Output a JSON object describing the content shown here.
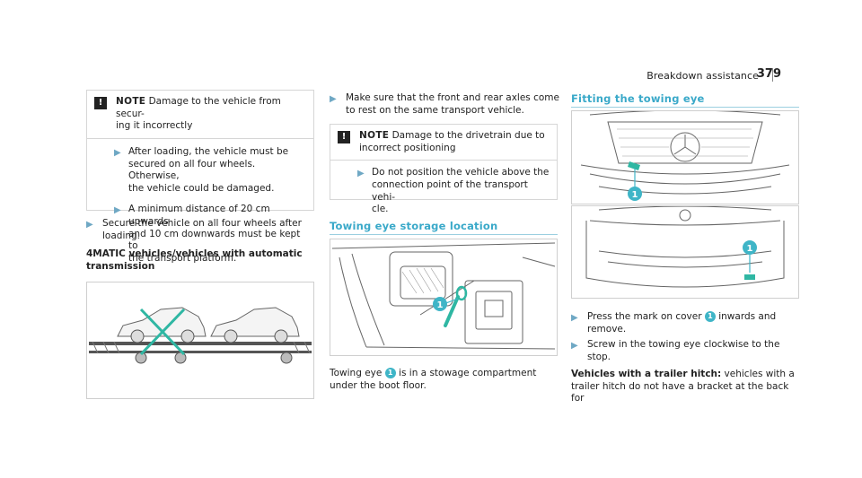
{
  "header": {
    "section": "Breakdown assistance",
    "page": "379"
  },
  "col1": {
    "note": {
      "icon": "!",
      "label": "NOTE",
      "title": "Damage to the vehicle from securing it incorrectly",
      "title_line1": "Damage to the vehicle from secur-",
      "title_line2": "ing it incorrectly",
      "items": [
        {
          "l1": "After loading, the vehicle must be",
          "l2": "secured on all four wheels. Otherwise,",
          "l3": "the vehicle could be damaged."
        },
        {
          "l1": "A minimum distance of 20 cm upwards",
          "l2": "and 10 cm downwards must be kept to",
          "l3": "the transport platform."
        }
      ]
    },
    "step": {
      "l1": "Secure the vehicle on all four wheels after",
      "l2": "loading."
    },
    "heading_l1": "4MATIC vehicles/vehicles with automatic",
    "heading_l2": "transmission"
  },
  "col2": {
    "step": {
      "l1": "Make sure that the front and rear axles come",
      "l2": "to rest on the same transport vehicle."
    },
    "note": {
      "icon": "!",
      "label": "NOTE",
      "title_line1": "Damage to the drivetrain due to",
      "title_line2": "incorrect positioning",
      "items": [
        {
          "l1": "Do not position the vehicle above the",
          "l2": "connection point of the transport vehi-",
          "l3": "cle."
        }
      ]
    },
    "subheading": "Towing eye storage location",
    "callout": "1",
    "caption_pre": "Towing eye",
    "caption_post": "is in a stowage compartment",
    "caption_l2": "under the boot floor."
  },
  "col3": {
    "subheading": "Fitting the towing eye",
    "callout_top": "1",
    "callout_bottom": "1",
    "steps": [
      {
        "pre": "Press the mark on cover",
        "num": "1",
        "post": "inwards and",
        "l2": "remove."
      },
      {
        "l1": "Screw in the towing eye clockwise to the",
        "l2": "stop."
      }
    ],
    "trailer_bold": "Vehicles with a trailer hitch:",
    "trailer_rest": " vehicles with a",
    "trailer_l2": "trailer hitch do not have a bracket at the back for"
  },
  "colors": {
    "accent": "#3aa9c9",
    "callout": "#3fb5c7",
    "cross": "#2fb7a3"
  }
}
